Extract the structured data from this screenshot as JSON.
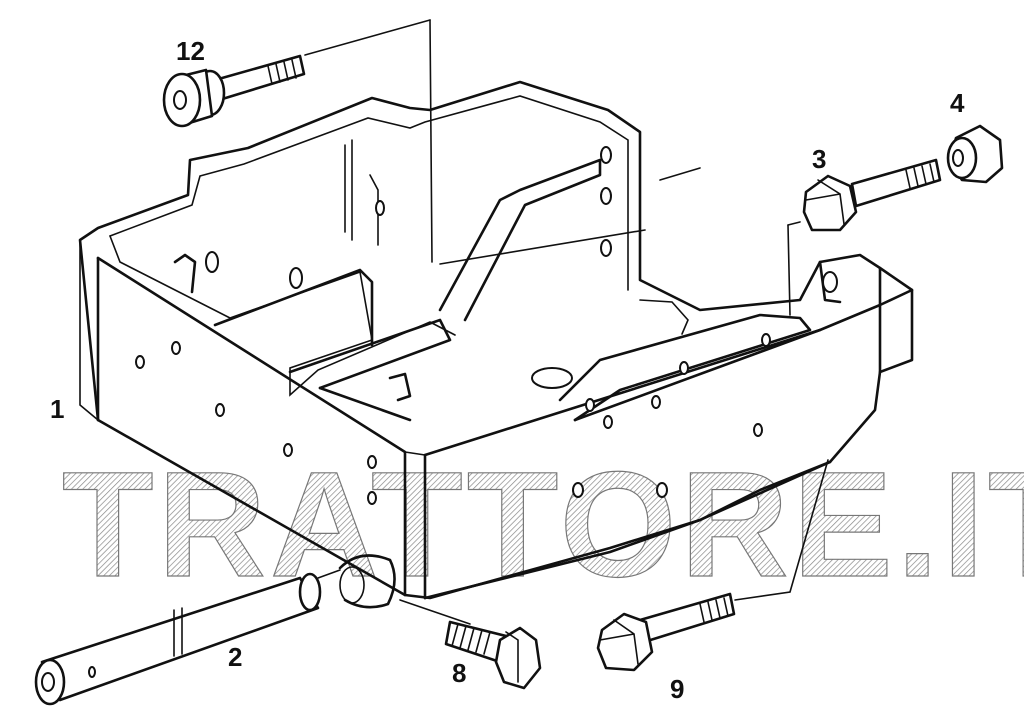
{
  "diagram": {
    "watermark": "TRATTORE.IT",
    "callouts": [
      {
        "id": "1",
        "label": "1"
      },
      {
        "id": "2",
        "label": "2"
      },
      {
        "id": "3",
        "label": "3"
      },
      {
        "id": "4",
        "label": "4"
      },
      {
        "id": "8",
        "label": "8"
      },
      {
        "id": "9",
        "label": "9"
      },
      {
        "id": "12",
        "label": "12"
      }
    ]
  },
  "colors": {
    "line": "#111111",
    "background": "#ffffff",
    "watermark": "#777777"
  }
}
